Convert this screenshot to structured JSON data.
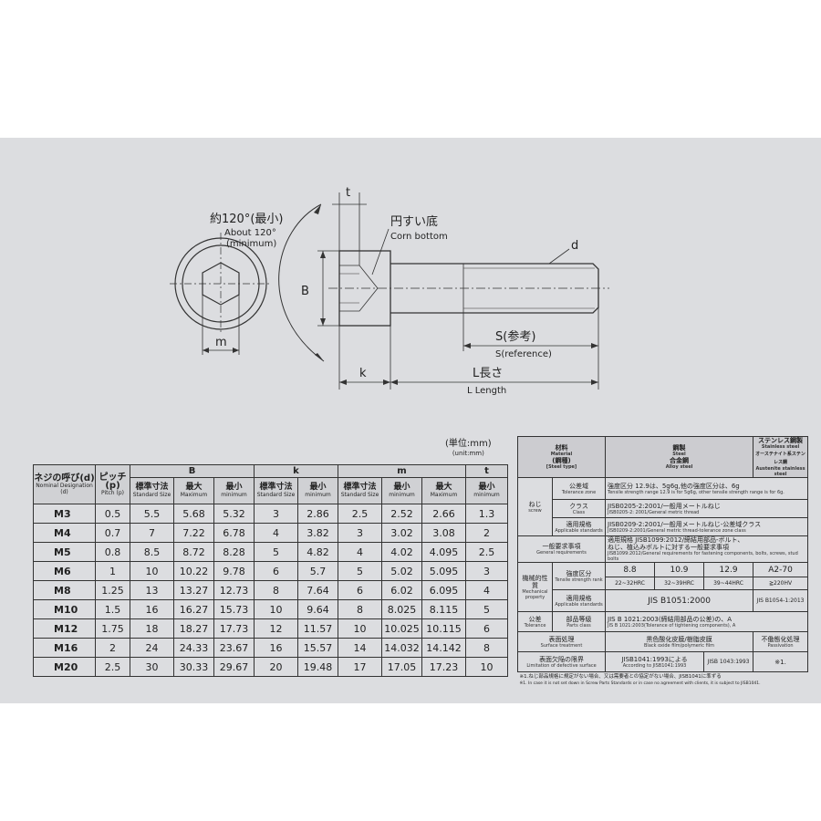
{
  "drawing": {
    "angle_jp": "約120°(最小)",
    "angle_en1": "About 120°",
    "angle_en2": "(minimum)",
    "t": "t",
    "cone_jp": "円すい底",
    "cone_en": "Corn bottom",
    "d": "d",
    "B": "B",
    "m": "m",
    "k": "k",
    "S_jp": "S(参考)",
    "S_en": "S(reference)",
    "L_jp": "L長さ",
    "L_en": "L Length"
  },
  "unit": {
    "jp": "(単位:mm)",
    "en": "(unit:mm)"
  },
  "dim_table": {
    "h_nominal_jp": "ネジの呼び(d)",
    "h_nominal_en": "Nominal Designation (d)",
    "h_pitch_jp": "ピッチ",
    "h_pitch_p": "(p)",
    "h_pitch_en": "Pitch (p)",
    "groups": [
      "B",
      "k",
      "m",
      "t"
    ],
    "sub": {
      "std_jp": "標準寸法",
      "std_en": "Standard Size",
      "max_jp": "最大",
      "max_en": "Maximum",
      "min_jp": "最小",
      "min_en": "minimum"
    },
    "rows": [
      [
        "M3",
        "0.5",
        "5.5",
        "5.68",
        "5.32",
        "3",
        "2.86",
        "2.5",
        "2.52",
        "2.66",
        "1.3"
      ],
      [
        "M4",
        "0.7",
        "7",
        "7.22",
        "6.78",
        "4",
        "3.82",
        "3",
        "3.02",
        "3.08",
        "2"
      ],
      [
        "M5",
        "0.8",
        "8.5",
        "8.72",
        "8.28",
        "5",
        "4.82",
        "4",
        "4.02",
        "4.095",
        "2.5"
      ],
      [
        "M6",
        "1",
        "10",
        "10.22",
        "9.78",
        "6",
        "5.7",
        "5",
        "5.02",
        "5.095",
        "3"
      ],
      [
        "M8",
        "1.25",
        "13",
        "13.27",
        "12.73",
        "8",
        "7.64",
        "6",
        "6.02",
        "6.095",
        "4"
      ],
      [
        "M10",
        "1.5",
        "16",
        "16.27",
        "15.73",
        "10",
        "9.64",
        "8",
        "8.025",
        "8.115",
        "5"
      ],
      [
        "M12",
        "1.75",
        "18",
        "18.27",
        "17.73",
        "12",
        "11.57",
        "10",
        "10.025",
        "10.115",
        "6"
      ],
      [
        "M16",
        "2",
        "24",
        "24.33",
        "23.67",
        "16",
        "15.57",
        "14",
        "14.032",
        "14.142",
        "8"
      ],
      [
        "M20",
        "2.5",
        "30",
        "30.33",
        "29.67",
        "20",
        "19.48",
        "17",
        "17.05",
        "17.23",
        "10"
      ]
    ]
  },
  "spec": {
    "material_jp": "材料",
    "material_en": "Material",
    "steel_type_jp": "(鋼種)",
    "steel_type_en": "[Steel type]",
    "steel_jp": "鋼製",
    "steel_en": "Steel",
    "alloy_jp": "合金鋼",
    "alloy_en": "Alloy steel",
    "stainless_jp": "ステンレス鋼製",
    "stainless_en": "Stainless steel",
    "austenite_jp": "オーステナイト系ステンレス鋼",
    "austenite_en": "Austenite stainless steel",
    "screw_jp": "ねじ",
    "screw_en": "screw",
    "tol_zone_jp": "公差域",
    "tol_zone_en": "Tolerance zone",
    "tol_zone_val_jp": "強度区分 12.9は、5g6g,他の強度区分は、6g",
    "tol_zone_val_en": "Tensile strength range 12.9 is for 5g6g, other tensile strength range is for 6g.",
    "class_jp": "クラス",
    "class_en": "Class",
    "class_val_jp": "JISB0205-2:2001/一般用メートルねじ",
    "class_val_en": "JISB0205-2: 2001/General metric thread",
    "app_std_jp": "適用規格",
    "app_std_en": "Applicable standards",
    "app_std_val_jp": "JISB0209-2:2001/一般用メートルねじ-公差域クラス",
    "app_std_val_en": "JISB0209-2:2001/General metric thread-tolerance zone class",
    "general_jp": "一般要求事項",
    "general_en": "General requirements",
    "general_val1": "適用規格 JISB1099:2012/締結用部品-ボルト、",
    "general_val2": "ねじ、植込みボルトに対する一般要求事項",
    "general_val_en": "JISB1099:2012/General requirements for fastening components, bolts, screws, stud bolts",
    "mech_jp": "機械的性質",
    "mech_en": "Mechanical property",
    "strength_jp": "強度区分",
    "strength_en": "Tensile strength rank",
    "ranks": [
      "8.8",
      "10.9",
      "12.9",
      "A2-70"
    ],
    "hardness": [
      "22~32HRC",
      "32~39HRC",
      "39~44HRC",
      "≧220HV"
    ],
    "mech_std_jp": "適用規格",
    "mech_std_en": "Applicable standards",
    "mech_std_val": "JIS B1051:2000",
    "mech_std_val_ss": "JIS B1054-1:2013",
    "tol_jp": "公差",
    "tol_en": "Tolerance",
    "parts_class_jp": "部品等級",
    "parts_class_en": "Parts class",
    "parts_val_jp": "JIS B 1021:2003(締結用部品の公差)の、A",
    "parts_val_en": "JIS B 1021:2003(Tolerance of tightening components), A",
    "surface_jp": "表面処理",
    "surface_en": "Surface treatment",
    "surface_val_jp": "黒色酸化皮膜/樹脂皮膜",
    "surface_val_en": "Black oxide film/polymeric film",
    "passiv_jp": "不働態化処理",
    "passiv_en": "Passivation",
    "defect_jp": "表面欠陥の限界",
    "defect_en": "Limitation of defective surface",
    "defect_val1_jp": "JISB1041:1993による",
    "defect_val1_en": "According to JISB1041:1993",
    "defect_val2": "JISB 1043:1993",
    "defect_val3": "※1.",
    "note_jp": "※1.ねじ部品規格に規定がない場合、又は需要者との協定がない場合、JISB1041に準ずる",
    "note_en": "※1. In case it is not set down in Screw Parts Standards or in case no agreement with clients, it is subject to JISB1041."
  }
}
